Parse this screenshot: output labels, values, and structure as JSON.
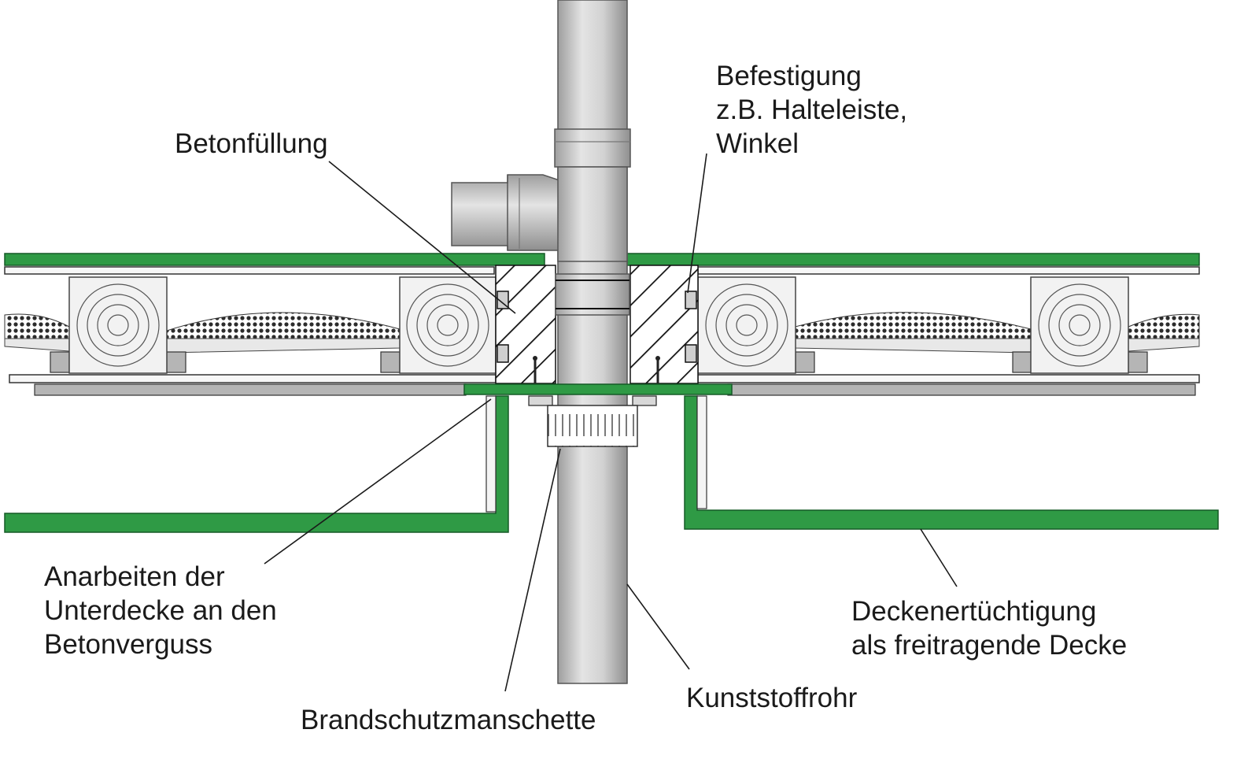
{
  "labels": {
    "betonfuellung": "Betonfüllung",
    "befestigung": [
      "Befestigung",
      "z.B. Halteleiste,",
      "Winkel"
    ],
    "anarbeiten": [
      "Anarbeiten der",
      "Unterdecke an den",
      "Betonverguss"
    ],
    "brandschutz": "Brandschutzmanschette",
    "kunststoffrohr": "Kunststoffrohr",
    "deckenertuechtigung": [
      "Deckenertüchtigung",
      "als freitragende Decke"
    ]
  },
  "colors": {
    "cladding_green": "#2f9a45",
    "pipe_grey": "#c8c8c8",
    "plank_grey": "#b5b5b5"
  }
}
